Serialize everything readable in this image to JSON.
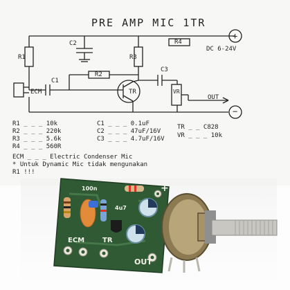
{
  "title": "PRE AMP MIC 1TR",
  "schematic": {
    "labels": {
      "c2": "C2",
      "r1": "R1",
      "r3": "R3",
      "r4": "R4",
      "r2": "R2",
      "c1": "C1",
      "c3": "C3",
      "tr": "TR",
      "vr": "VR",
      "ecm": "ECM",
      "dc": "DC 6-24V",
      "out": "OUT",
      "plus": "+",
      "minus": "−"
    }
  },
  "parts_list": {
    "left": [
      "R1 _ _ _ 10k",
      "R2 _ _ _ 220k",
      "R3 _ _ _ 5.6k",
      "R4 _ _ _ 560R"
    ],
    "mid": [
      "C1 _ _ _ 0.1uF",
      "C2 _ _ _ 47uF/16V",
      "C3 _ _ _ 4.7uF/16V"
    ],
    "right": [
      "TR _ _ C828",
      "VR _ _ _ 10k"
    ]
  },
  "notes": [
    "ECM _ _ _ Electric Condenser Mic",
    "* Untuk Dynamic Mic tidak mengunakan",
    "  R1 !!!"
  ],
  "board": {
    "labels": {
      "cap": "100n",
      "cap2": "4u7",
      "plus": "+",
      "ecm": "ECM",
      "tr": "TR",
      "out": "OUT"
    }
  },
  "colors": {
    "pcb": "#2f5a34",
    "ink": "#222222",
    "knob": "#c9c7c2",
    "brass": "#8c7a52"
  }
}
